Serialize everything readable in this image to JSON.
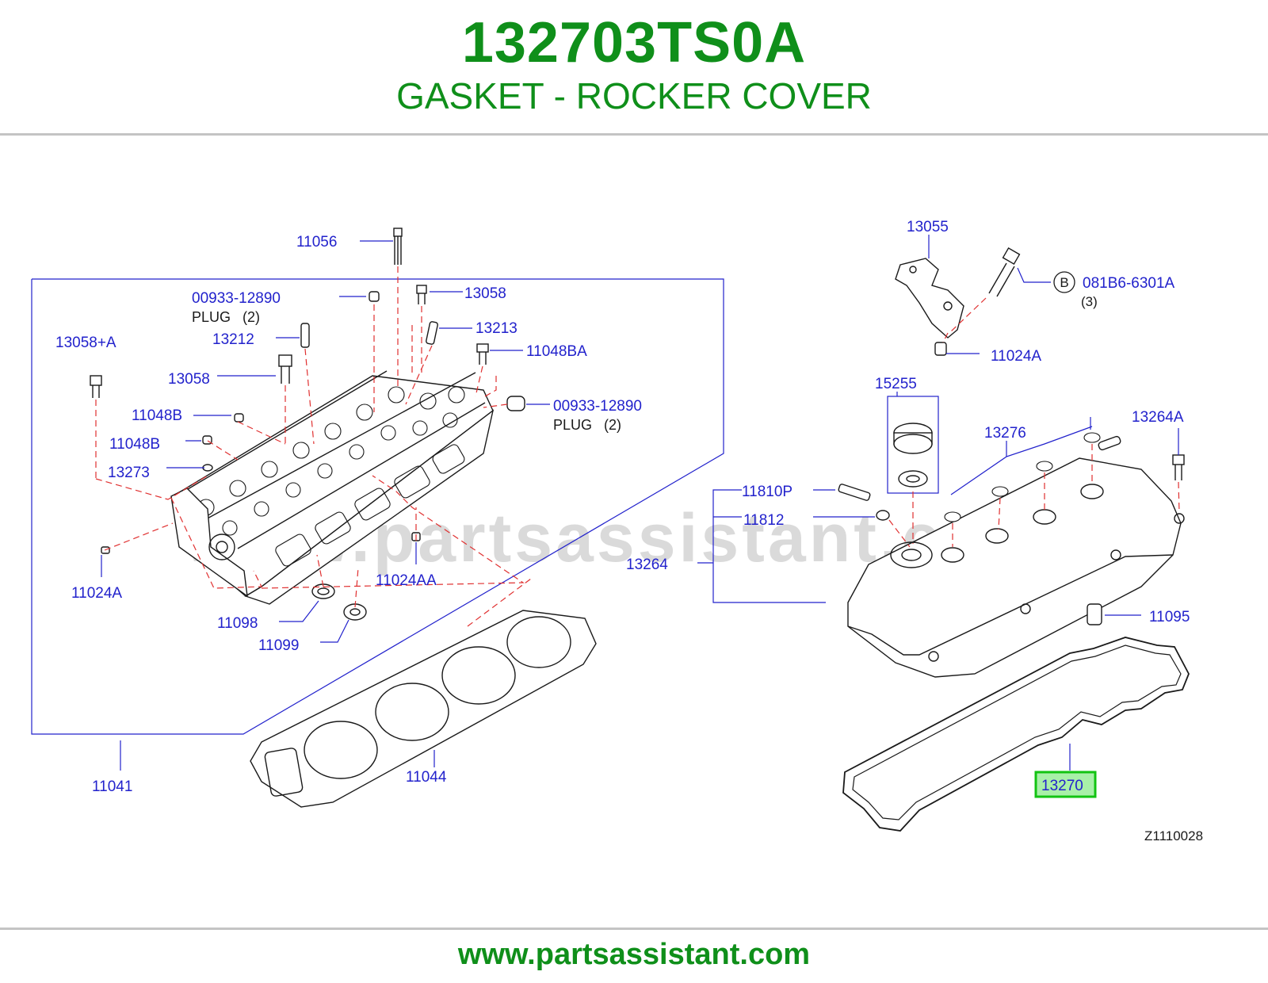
{
  "colors": {
    "title_green": "#0f8f1a",
    "label_blue": "#2222cc",
    "leader_red": "#e03030",
    "highlight_green": "#12c312",
    "highlight_fill": "#a8f0a8",
    "line_black": "#1a1a1a",
    "watermark_gray": "#bdbdbd"
  },
  "header": {
    "part_number": "132703TS0A",
    "part_description": "GASKET - ROCKER COVER"
  },
  "diagram": {
    "watermark": "www.partsassistant.com",
    "drawing_code": "Z1110028",
    "callouts": [
      {
        "id": "c01",
        "text": "11056"
      },
      {
        "id": "c02",
        "text": "00933-12890"
      },
      {
        "id": "c03",
        "text": "PLUG   (2)"
      },
      {
        "id": "c04",
        "text": "13058"
      },
      {
        "id": "c05",
        "text": "13212"
      },
      {
        "id": "c06",
        "text": "13213"
      },
      {
        "id": "c07",
        "text": "13058+A"
      },
      {
        "id": "c08",
        "text": "11048BA"
      },
      {
        "id": "c09",
        "text": "13058"
      },
      {
        "id": "c10",
        "text": "00933-12890"
      },
      {
        "id": "c11",
        "text": "PLUG   (2)"
      },
      {
        "id": "c12",
        "text": "11048B"
      },
      {
        "id": "c13",
        "text": "11048B"
      },
      {
        "id": "c14",
        "text": "13273"
      },
      {
        "id": "c15",
        "text": "11024A"
      },
      {
        "id": "c16",
        "text": "11024AA"
      },
      {
        "id": "c17",
        "text": "11098"
      },
      {
        "id": "c18",
        "text": "11099"
      },
      {
        "id": "c19",
        "text": "11041"
      },
      {
        "id": "c20",
        "text": "11044"
      },
      {
        "id": "c21",
        "text": "13055"
      },
      {
        "id": "c22",
        "text": "081B6-6301A"
      },
      {
        "id": "c23",
        "text": "(3)"
      },
      {
        "id": "c24",
        "text": "11024A"
      },
      {
        "id": "c25",
        "text": "15255"
      },
      {
        "id": "c26",
        "text": "13276"
      },
      {
        "id": "c27",
        "text": "13264A"
      },
      {
        "id": "c28",
        "text": "11810P"
      },
      {
        "id": "c29",
        "text": "11812"
      },
      {
        "id": "c30",
        "text": "13264"
      },
      {
        "id": "c31",
        "text": "11095"
      },
      {
        "id": "c32",
        "text": "13270"
      }
    ],
    "bolt_marker": "B"
  },
  "footer": {
    "url": "www.partsassistant.com"
  }
}
